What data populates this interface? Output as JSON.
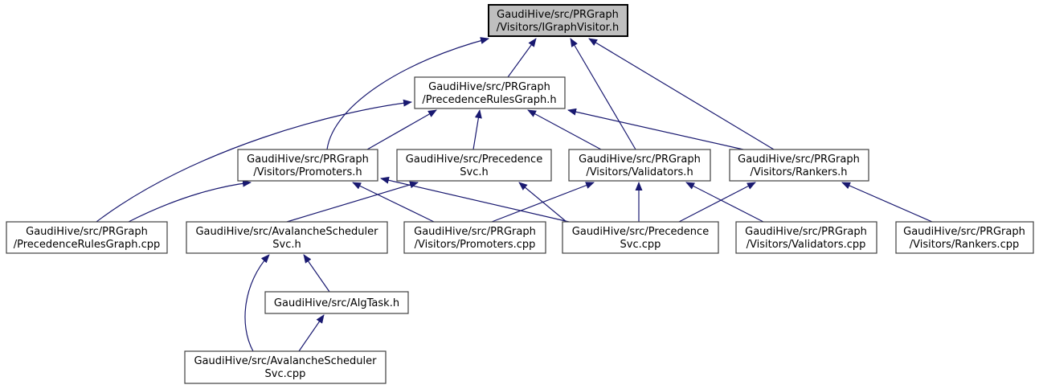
{
  "diagram": {
    "type": "include-dependency-graph",
    "background_color": "#ffffff",
    "edge_color": "#191970",
    "highlight_fill": "#bfbfbf",
    "node_fill": "#ffffff",
    "node_border": "#404040",
    "nodes": {
      "igraphvisitor_h": {
        "line1": "GaudiHive/src/PRGraph",
        "line2": "/Visitors/IGraphVisitor.h",
        "highlighted": true
      },
      "prg_h": {
        "line1": "GaudiHive/src/PRGraph",
        "line2": "/PrecedenceRulesGraph.h",
        "highlighted": false
      },
      "promoters_h": {
        "line1": "GaudiHive/src/PRGraph",
        "line2": "/Visitors/Promoters.h",
        "highlighted": false
      },
      "psvc_h": {
        "line1": "GaudiHive/src/Precedence",
        "line2": "Svc.h",
        "highlighted": false
      },
      "validators_h": {
        "line1": "GaudiHive/src/PRGraph",
        "line2": "/Visitors/Validators.h",
        "highlighted": false
      },
      "rankers_h": {
        "line1": "GaudiHive/src/PRGraph",
        "line2": "/Visitors/Rankers.h",
        "highlighted": false
      },
      "prg_cpp": {
        "line1": "GaudiHive/src/PRGraph",
        "line2": "/PrecedenceRulesGraph.cpp",
        "highlighted": false
      },
      "ass_h": {
        "line1": "GaudiHive/src/AvalancheScheduler",
        "line2": "Svc.h",
        "highlighted": false
      },
      "promoters_cpp": {
        "line1": "GaudiHive/src/PRGraph",
        "line2": "/Visitors/Promoters.cpp",
        "highlighted": false
      },
      "psvc_cpp": {
        "line1": "GaudiHive/src/Precedence",
        "line2": "Svc.cpp",
        "highlighted": false
      },
      "validators_cpp": {
        "line1": "GaudiHive/src/PRGraph",
        "line2": "/Visitors/Validators.cpp",
        "highlighted": false
      },
      "rankers_cpp": {
        "line1": "GaudiHive/src/PRGraph",
        "line2": "/Visitors/Rankers.cpp",
        "highlighted": false
      },
      "algtask_h": {
        "line1": "GaudiHive/src/AlgTask.h",
        "line2": "",
        "highlighted": false
      },
      "ass_cpp": {
        "line1": "GaudiHive/src/AvalancheScheduler",
        "line2": "Svc.cpp",
        "highlighted": false
      }
    },
    "edges": [
      {
        "from": "prg_h",
        "to": "igraphvisitor_h"
      },
      {
        "from": "promoters_h",
        "to": "igraphvisitor_h"
      },
      {
        "from": "validators_h",
        "to": "igraphvisitor_h"
      },
      {
        "from": "rankers_h",
        "to": "igraphvisitor_h"
      },
      {
        "from": "prg_cpp",
        "to": "prg_h"
      },
      {
        "from": "promoters_h",
        "to": "prg_h"
      },
      {
        "from": "psvc_h",
        "to": "prg_h"
      },
      {
        "from": "validators_h",
        "to": "prg_h"
      },
      {
        "from": "rankers_h",
        "to": "prg_h"
      },
      {
        "from": "prg_cpp",
        "to": "promoters_h"
      },
      {
        "from": "promoters_cpp",
        "to": "promoters_h"
      },
      {
        "from": "psvc_cpp",
        "to": "promoters_h"
      },
      {
        "from": "ass_h",
        "to": "psvc_h"
      },
      {
        "from": "psvc_cpp",
        "to": "psvc_h"
      },
      {
        "from": "promoters_cpp",
        "to": "validators_h"
      },
      {
        "from": "psvc_cpp",
        "to": "validators_h"
      },
      {
        "from": "validators_cpp",
        "to": "validators_h"
      },
      {
        "from": "psvc_cpp",
        "to": "rankers_h"
      },
      {
        "from": "rankers_cpp",
        "to": "rankers_h"
      },
      {
        "from": "algtask_h",
        "to": "ass_h"
      },
      {
        "from": "ass_cpp",
        "to": "ass_h"
      },
      {
        "from": "ass_cpp",
        "to": "algtask_h"
      }
    ]
  }
}
